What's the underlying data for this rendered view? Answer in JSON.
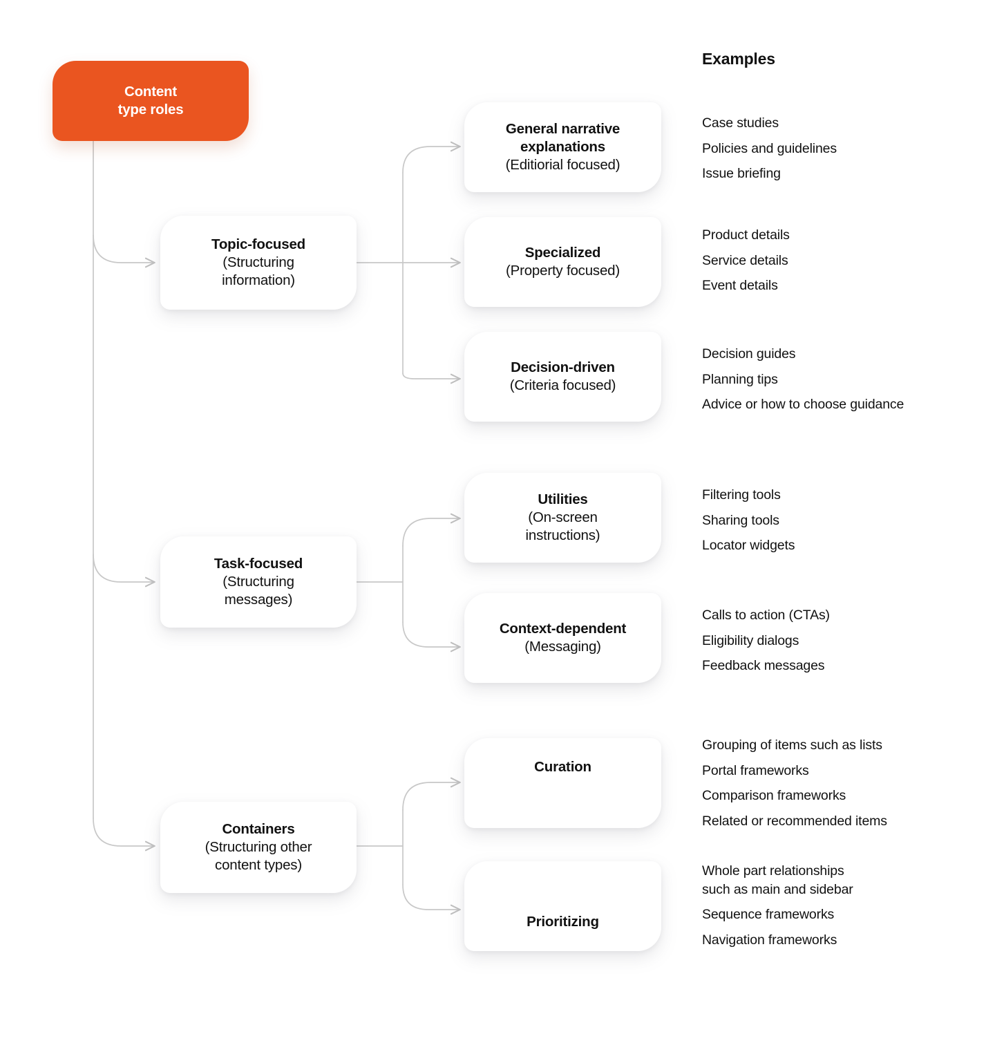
{
  "diagram": {
    "root": {
      "line1": "Content",
      "line2": "type roles",
      "color": "#EA5520"
    },
    "examples_header": "Examples",
    "branches": [
      {
        "id": "topic-focused",
        "title": "Topic-focused",
        "subtitle": "(Structuring\ninformation)",
        "children": [
          {
            "id": "general-narrative-explanations",
            "title": "General narrative\nexplanations",
            "subtitle": "(Editiorial focused)",
            "examples": [
              "Case studies",
              "Policies and guidelines",
              "Issue briefing"
            ]
          },
          {
            "id": "specialized",
            "title": "Specialized",
            "subtitle": "(Property focused)",
            "examples": [
              "Product details",
              "Service details",
              "Event details"
            ]
          },
          {
            "id": "decision-driven",
            "title": "Decision-driven",
            "subtitle": "(Criteria focused)",
            "examples": [
              "Decision guides",
              "Planning tips",
              "Advice or how to choose guidance"
            ]
          }
        ]
      },
      {
        "id": "task-focused",
        "title": "Task-focused",
        "subtitle": "(Structuring\nmessages)",
        "children": [
          {
            "id": "utilities",
            "title": "Utilities",
            "subtitle": "(On-screen\ninstructions)",
            "examples": [
              "Filtering tools",
              "Sharing tools",
              "Locator widgets"
            ]
          },
          {
            "id": "context-dependent",
            "title": "Context-dependent",
            "subtitle": "(Messaging)",
            "examples": [
              "Calls to action (CTAs)",
              "Eligibility dialogs",
              "Feedback messages"
            ]
          }
        ]
      },
      {
        "id": "containers",
        "title": "Containers",
        "subtitle": "(Structuring other\ncontent types)",
        "children": [
          {
            "id": "curation",
            "title": "Curation",
            "subtitle": "",
            "examples": [
              "Grouping of items such as lists",
              "Portal frameworks",
              "Comparison frameworks",
              "Related or recommended items"
            ]
          },
          {
            "id": "prioritizing",
            "title": "Prioritizing",
            "subtitle": "",
            "examples": [
              "Whole part relationships\nsuch as main and sidebar",
              "Sequence frameworks",
              "Navigation frameworks"
            ]
          }
        ]
      }
    ],
    "connector_color": "#c8c8c8"
  }
}
